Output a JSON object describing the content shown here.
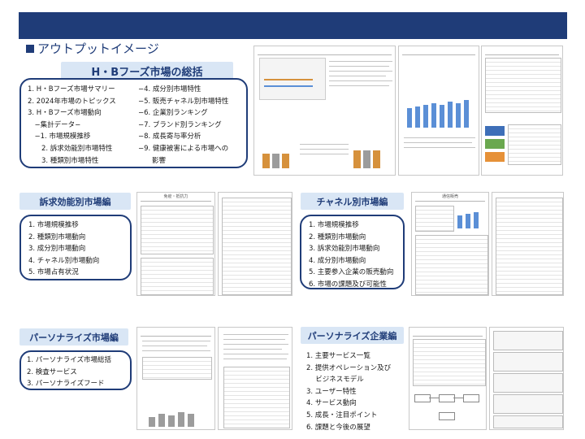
{
  "page": {
    "heading": "アウトプットイメージ"
  },
  "sections": {
    "hb": {
      "title": "H・Bフーズ市場の総括",
      "left_items": [
        "1. H・Bフーズ市場サマリー",
        "2. 2024年市場のトピックス",
        "3. H・Bフーズ市場動向",
        "　−集計データ−",
        "　−1. 市場規模推移",
        "　　2. 訴求効能別市場特性",
        "　　3. 種類別市場特性"
      ],
      "right_items": [
        "−4. 成分別市場特性",
        "−5. 販売チャネル別市場特性",
        "−6. 企業別ランキング",
        "−7. ブランド別ランキング",
        "−8. 成長寄与率分析",
        "−9. 健康被害による市場への",
        "　　影響"
      ]
    },
    "efficacy": {
      "title": "訴求効能別市場編",
      "items": [
        "1. 市場規模推移",
        "2. 種類別市場動向",
        "3. 成分別市場動向",
        "4. チャネル別市場動向",
        "5. 市場占有状況"
      ],
      "thumb_title": "免疫・抵抗力"
    },
    "channel": {
      "title": "チャネル別市場編",
      "items": [
        "1. 市場規模推移",
        "2. 種類別市場動向",
        "3. 訴求効能別市場動向",
        "4. 成分別市場動向",
        "5. 主要参入企業の販売動向",
        "6. 市場の課題及び可能性"
      ],
      "thumb_title": "通信販売"
    },
    "personalize_market": {
      "title": "パーソナライズ市場編",
      "items": [
        "1. パーソナライズ市場総括",
        "2. 検査サービス",
        "3. パーソナライズフード"
      ]
    },
    "personalize_company": {
      "title": "パーソナライズ企業編",
      "items": [
        "1. 主要サービス一覧",
        "2. 提供オペレーション及び",
        "　 ビジネスモデル",
        "3. ユーザー特性",
        "4. サービス動向",
        "5. 成長・注目ポイント",
        "6. 課題と今後の展望"
      ]
    }
  }
}
